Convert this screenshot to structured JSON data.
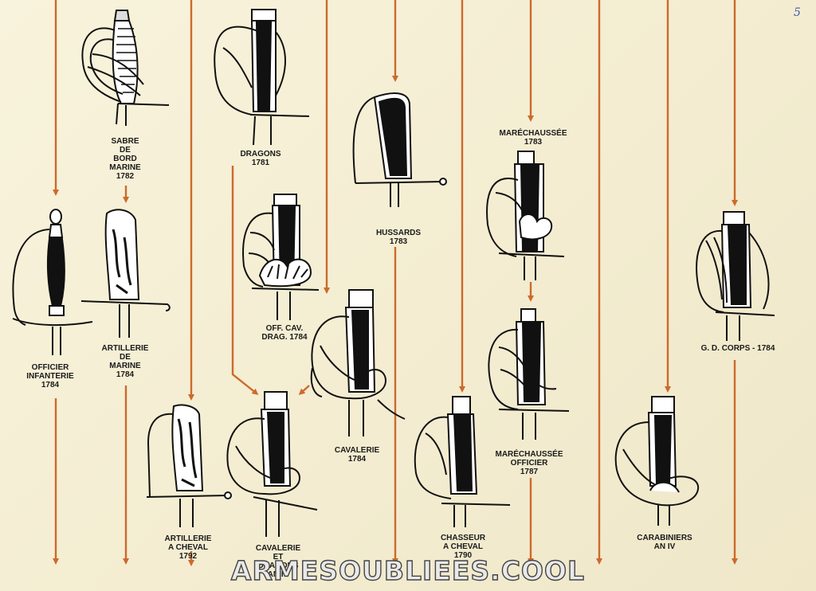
{
  "page": {
    "number": "5",
    "watermark": "ARMESOUBLIEES.COOL",
    "arrow_color": "#cc6a2c"
  },
  "swords": [
    {
      "id": "sabre-de-bord-marine",
      "label": "SABRE\nDE\nBORD\nMARINE\n1782"
    },
    {
      "id": "dragons-1781",
      "label": "DRAGONS\n1781"
    },
    {
      "id": "hussards-1783",
      "label": "HUSSARDS\n1783"
    },
    {
      "id": "marechaussee-1783",
      "label": "MARÉCHAUSSÉE\n1783"
    },
    {
      "id": "officier-infanterie",
      "label": "OFFICIER\nINFANTERIE\n1784"
    },
    {
      "id": "artillerie-de-marine",
      "label": "ARTILLERIE\nDE\nMARINE\n1784"
    },
    {
      "id": "off-cav-drag",
      "label": "OFF. CAV.\nDRAG. 1784"
    },
    {
      "id": "cavalerie-1784",
      "label": "CAVALERIE\n1784"
    },
    {
      "id": "gd-corps",
      "label": "G. D. CORPS - 1784"
    },
    {
      "id": "marechaussee-officier",
      "label": "MARÉCHAUSSÉE\nOFFICIER\n1787"
    },
    {
      "id": "artillerie-a-cheval",
      "label": "ARTILLERIE\nA CHEVAL\n1792"
    },
    {
      "id": "cavalerie-et-dragons",
      "label": "CAVALERIE\nET\nDRAGONS\nAN IV"
    },
    {
      "id": "chasseur-a-cheval",
      "label": "CHASSEUR\nA CHEVAL\n1790"
    },
    {
      "id": "carabiniers",
      "label": "CARABINIERS\nAN IV"
    }
  ]
}
